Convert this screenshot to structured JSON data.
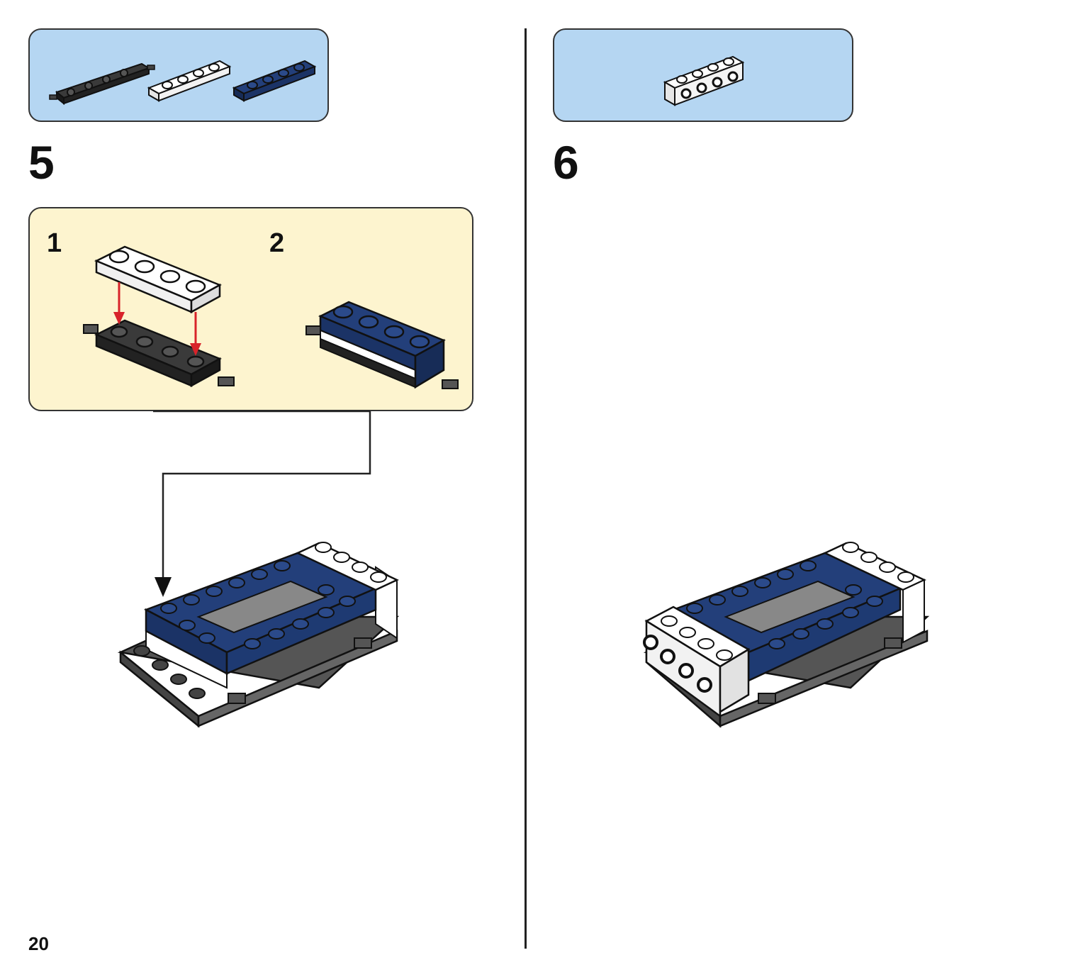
{
  "page": {
    "page_number": "20"
  },
  "step5": {
    "number": "5",
    "callout": {
      "sub1_label": "1",
      "sub2_label": "2"
    },
    "parts": [
      "black-plate-1x4-with-pins",
      "white-plate-1x4",
      "dark-blue-plate-1x4"
    ]
  },
  "step6": {
    "number": "6",
    "parts": [
      "white-brick-1x4-with-side-studs"
    ]
  },
  "colors": {
    "parts_bg": "#b5d6f2",
    "callout_bg": "#fdf4cf",
    "dark_blue": "#1e3a72",
    "white": "#ffffff",
    "black": "#2b2b2b",
    "gray": "#666666",
    "arrow_red": "#d8232a"
  }
}
